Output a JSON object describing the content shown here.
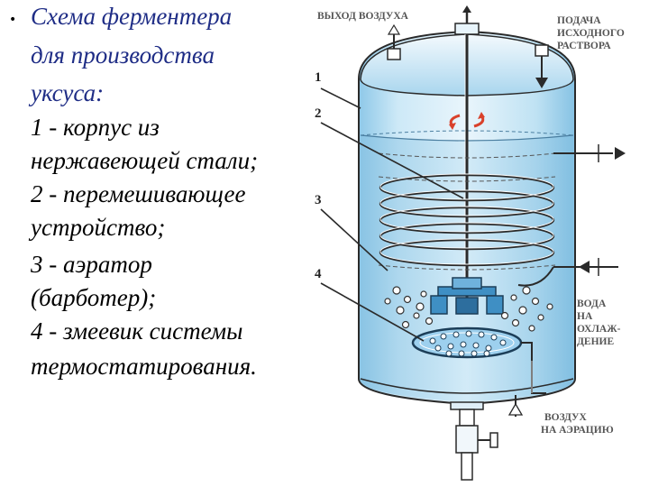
{
  "caption": {
    "bullet": "•",
    "title_lines": [
      "Схема ферментера",
      "для производства",
      "уксуса:"
    ],
    "item_lines": [
      "1 - корпус из",
      "нержавеющей стали;",
      "2 - перемешивающее",
      "устройство;",
      "3 - аэратор",
      "(барботер);",
      "4 - змеевик системы",
      "термостатирования."
    ]
  },
  "diagram": {
    "labels": {
      "air_out": "ВЫХОД ВОЗДУХА",
      "feed_lines": [
        "ПОДАЧА",
        "ИСХОДНОГО",
        "РАСТВОРА"
      ],
      "num_1": "1",
      "num_2": "2",
      "num_3": "3",
      "num_4": "4",
      "water_lines": [
        "ВОДА",
        "НА",
        "ОХЛАЖ-",
        "ДЕНИЕ"
      ],
      "air_in_lines": [
        "ВОЗДУХ",
        "НА АЭРАЦИЮ"
      ]
    },
    "colors": {
      "tank_blue": "#b9dff2",
      "liquid_blue": "#a6d4ee",
      "outline": "#2a2a2a",
      "label_gray": "#555555",
      "rotation_red": "#d9412b"
    }
  }
}
